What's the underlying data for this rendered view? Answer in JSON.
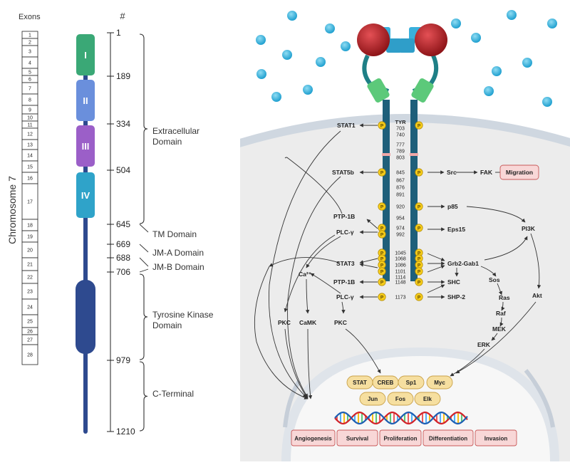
{
  "left_panel": {
    "exons_header": "Exons",
    "hash_header": "#",
    "chromosome_label": "Chromosome 7",
    "exons": [
      "1",
      "2",
      "3",
      "4",
      "5",
      "6",
      "7",
      "8",
      "9",
      "10",
      "11",
      "12",
      "13",
      "14",
      "15",
      "16",
      "17",
      "18",
      "19",
      "20",
      "21",
      "22",
      "23",
      "24",
      "25",
      "26",
      "27",
      "28"
    ],
    "protein_domains": [
      {
        "label": "I",
        "color": "#3aa876"
      },
      {
        "label": "II",
        "color": "#6a8fdc"
      },
      {
        "label": "III",
        "color": "#9b5fc8"
      },
      {
        "label": "IV",
        "color": "#2fa3c9"
      }
    ],
    "kinase_color": "#2e4a8f",
    "residue_marks": [
      "1",
      "189",
      "334",
      "504",
      "645",
      "669",
      "688",
      "706",
      "979",
      "1210"
    ],
    "region_labels": [
      {
        "name": "extracellular",
        "line1": "Extracellular",
        "line2": "Domain"
      },
      {
        "name": "tm",
        "line1": "TM Domain",
        "line2": ""
      },
      {
        "name": "jma",
        "line1": "JM-A Domain",
        "line2": ""
      },
      {
        "name": "jmb",
        "line1": "JM-B Domain",
        "line2": ""
      },
      {
        "name": "tk",
        "line1": "Tyrosine Kinase",
        "line2": "Domain"
      },
      {
        "name": "ct",
        "line1": "C-Terminal",
        "line2": ""
      }
    ]
  },
  "pathway": {
    "tyr_header": "TYR",
    "phospho_symbol": "P",
    "tyr_residues": [
      "703",
      "740",
      "777",
      "789",
      "803",
      "845",
      "867",
      "876",
      "891",
      "920",
      "954",
      "974",
      "992",
      "1045",
      "1068",
      "1086",
      "1101",
      "1114",
      "1148",
      "1173"
    ],
    "left_nodes": {
      "stat1": "STAT1",
      "stat5b": "STAT5b",
      "ptp1b_a": "PTP-1B",
      "plcg_a": "PLC-γ",
      "stat3": "STAT3",
      "ca": "Ca²⁺",
      "ptp1b_b": "PTP-1B",
      "plcg_b": "PLC-γ",
      "pkc_a": "PKC",
      "camk": "CaMK",
      "pkc_b": "PKC"
    },
    "right_nodes": {
      "src": "Src",
      "fak": "FAK",
      "migration": "Migration",
      "p85": "p85",
      "eps15": "Eps15",
      "pi3k": "PI3K",
      "grb2": "Grb2-Gab1",
      "sos": "Sos",
      "shc": "SHC",
      "shp2": "SHP-2",
      "ras": "Ras",
      "raf": "Raf",
      "mek": "MEK",
      "erk": "ERK",
      "akt": "Akt"
    },
    "transcription_factors_row1": [
      "STAT",
      "CREB",
      "Sp1",
      "Myc"
    ],
    "transcription_factors_row2": [
      "Jun",
      "Fos",
      "Elk"
    ],
    "outcomes": [
      "Angiogenesis",
      "Survival",
      "Proliferation",
      "Differentiation",
      "Invasion"
    ],
    "colors": {
      "phospho_fill": "#f5cc1a",
      "phospho_stroke": "#b8900a",
      "receptor": "#1e5f7a",
      "ligand": "#b81e24",
      "tf_fill": "#f6dfa0",
      "tf_stroke": "#c9a24a",
      "outcome_fill": "#f8d7d7",
      "outcome_stroke": "#c85a5a",
      "cytoplasm": "#ececec",
      "membrane": "#cfd7e0",
      "nucleus": "#f7f7f7",
      "droplet": "#4cc0e6"
    }
  }
}
